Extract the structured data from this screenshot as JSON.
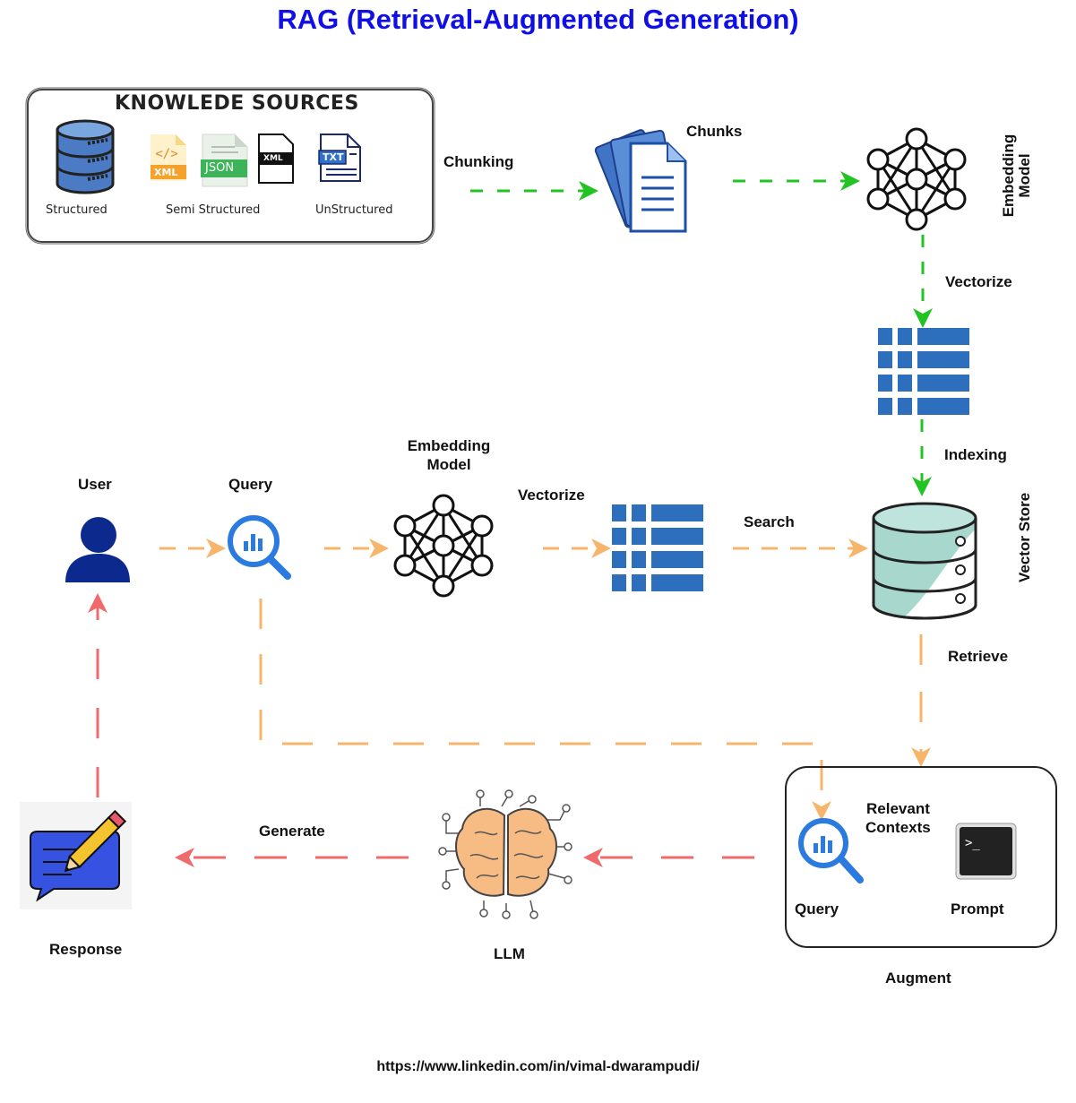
{
  "title": "RAG (Retrieval-Augmented Generation)",
  "knowledge_sources": {
    "title": "KNOWLEDE SOURCES",
    "structured": "Structured",
    "semi_structured": "Semi Structured",
    "unstructured": "UnStructured",
    "badge_xml": "XML",
    "badge_json": "JSON",
    "badge_xml2": "XML",
    "badge_txt": "TXT"
  },
  "labels": {
    "chunking": "Chunking",
    "chunks": "Chunks",
    "embedding_model_vertical": "Embedding Model",
    "vectorize_top": "Vectorize",
    "indexing": "Indexing",
    "vector_store": "Vector Store",
    "user": "User",
    "query": "Query",
    "embedding_model_1": "Embedding",
    "embedding_model_2": "Model",
    "vectorize_mid": "Vectorize",
    "search": "Search",
    "retrieve": "Retrieve",
    "relevant_1": "Relevant",
    "relevant_2": "Contexts",
    "query_aug": "Query",
    "prompt": "Prompt",
    "augment": "Augment",
    "generate": "Generate",
    "llm": "LLM",
    "response": "Response"
  },
  "footer": "https://www.linkedin.com/in/vimal-dwarampudi/",
  "colors": {
    "title": "#1010e6",
    "green_arrow": "#22c322",
    "orange_arrow": "#f7b56b",
    "red_arrow": "#ef6a6a",
    "blue_icon": "#2d6fbd",
    "user_icon": "#0c2a8e"
  }
}
